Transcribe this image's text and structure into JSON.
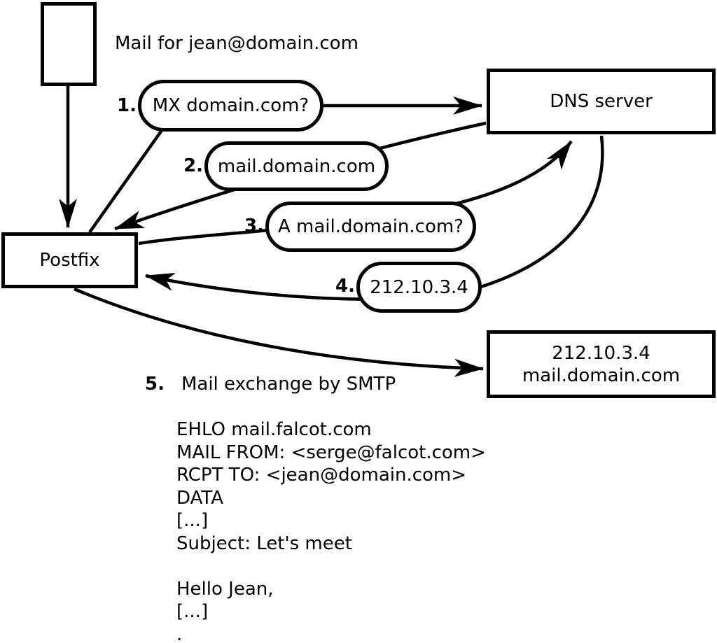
{
  "diagram": {
    "note": "Mail for jean@domain.com",
    "nodes": {
      "postfix": "Postfix",
      "dns_server": "DNS server",
      "mail_server_ip": "212.10.3.4",
      "mail_server_hostname": "mail.domain.com"
    },
    "steps": [
      {
        "num": "1.",
        "label": "MX domain.com?"
      },
      {
        "num": "2.",
        "label": "mail.domain.com"
      },
      {
        "num": "3.",
        "label": "A mail.domain.com?"
      },
      {
        "num": "4.",
        "label": "212.10.3.4"
      },
      {
        "num": "5.",
        "label": "Mail exchange by SMTP"
      }
    ],
    "smtp_session": [
      "EHLO mail.falcot.com",
      "MAIL FROM: <serge@falcot.com>",
      "RCPT TO: <jean@domain.com>",
      "DATA",
      "[...]",
      "Subject: Let's meet",
      "",
      "Hello Jean,",
      "[...]",
      "."
    ],
    "colors": {
      "stroke": "#000000",
      "fill": "#ffffff"
    }
  }
}
